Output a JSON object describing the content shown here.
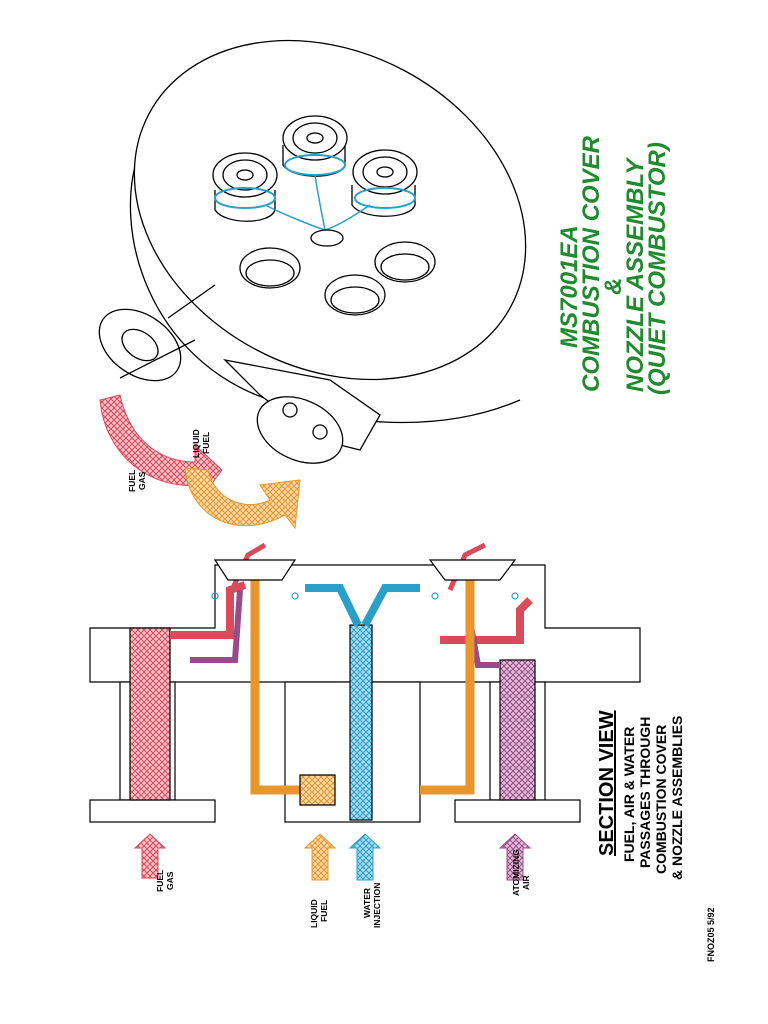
{
  "title": {
    "line1": "MS7001EA",
    "line2": "COMBUSTION COVER",
    "line3": "&",
    "line4": "NOZZLE ASSEMBLY",
    "line5": "(QUIET COMBUSTOR)"
  },
  "section": {
    "heading": "SECTION VIEW",
    "sub1": "FUEL, AIR & WATER",
    "sub2": "PASSAGES THROUGH",
    "sub3": "COMBUSTION COVER",
    "sub4": "& NOZZLE ASSEMBLIES"
  },
  "labels": {
    "fuel_gas_top_1": "FUEL",
    "fuel_gas_top_2": "GAS",
    "liquid_fuel_top_1": "LIQUID",
    "liquid_fuel_top_2": "FUEL",
    "fuel_gas_bottom_1": "FUEL",
    "fuel_gas_bottom_2": "GAS",
    "liquid_fuel_bottom_1": "LIQUID",
    "liquid_fuel_bottom_2": "FUEL",
    "water_1": "WATER",
    "water_2": "INJECTION",
    "atomizing_1": "ATOMIZING",
    "atomizing_2": "AIR"
  },
  "doc_code": "FNOZ05  5/92",
  "colors": {
    "fuel_gas": "#d94a5a",
    "liquid_fuel": "#e8952e",
    "water": "#2aa0c8",
    "atomizing_air": "#9a4a8a",
    "title": "#1f8a2e"
  }
}
